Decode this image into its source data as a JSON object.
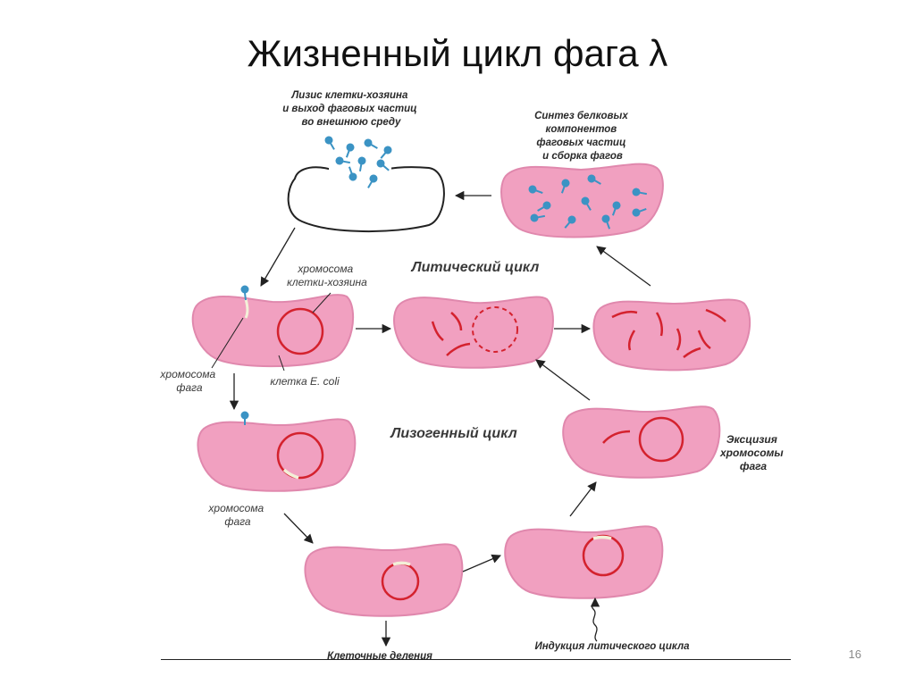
{
  "title": "Жизненный цикл фага λ",
  "page_number": "16",
  "cycles": {
    "lytic": "Литический цикл",
    "lysogenic": "Лизогенный цикл"
  },
  "labels": {
    "lysis": [
      "Лизис клетки-хозяина",
      "и выход фаговых частиц",
      "во внешнюю среду"
    ],
    "synthesis": [
      "Синтез белковых",
      "компонентов",
      "фаговых частиц",
      "и сборка фагов"
    ],
    "host_chromosome": [
      "хромосома",
      "клетки-хозяина"
    ],
    "phage_chromosome_1": [
      "хромосома",
      "фага"
    ],
    "ecoli_cell": "клетка E. coli",
    "phage_chromosome_2": [
      "хромосома",
      "фага"
    ],
    "excision": [
      "Эксцизия",
      "хромосомы",
      "фага"
    ],
    "cell_division": "Клеточные деления",
    "induction": "Индукция литического цикла"
  },
  "colors": {
    "cell_fill": "#f1a0c0",
    "cell_stroke": "#e088ad",
    "dna_red": "#d4222e",
    "phage_blue": "#3b93c4",
    "phage_segment": "#f3f0d8",
    "arrow": "#222222"
  }
}
